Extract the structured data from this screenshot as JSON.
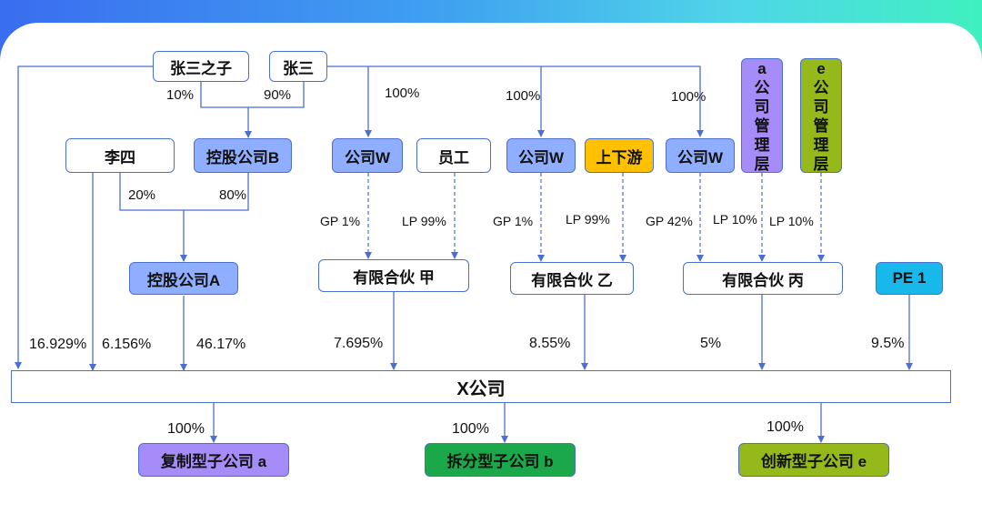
{
  "nodes": {
    "zhangsan_son": "张三之子",
    "zhangsan": "张三",
    "lisi": "李四",
    "holding_b": "控股公司B",
    "company_w_1": "公司W",
    "employee": "员工",
    "company_w_2": "公司W",
    "updown": "上下游",
    "company_w_3": "公司W",
    "a_mgmt": [
      "a",
      "公",
      "司",
      "管",
      "理",
      "层"
    ],
    "e_mgmt": [
      "e",
      "公",
      "司",
      "管",
      "理",
      "层"
    ],
    "holding_a": "控股公司A",
    "lp_jia": "有限合伙 甲",
    "lp_yi": "有限合伙 乙",
    "lp_bing": "有限合伙 丙",
    "pe1": "PE 1",
    "x_company": "X公司",
    "sub_a": "复制型子公司 a",
    "sub_b": "拆分型子公司 b",
    "sub_e": "创新型子公司 e"
  },
  "labels": {
    "son_to_b": "10%",
    "zs_to_b": "90%",
    "zs_to_w1": "100%",
    "zs_to_w2": "100%",
    "zs_to_w3": "100%",
    "lisi_to_a": "20%",
    "b_to_a": "80%",
    "gp_jia": "GP 1%",
    "lp_jia_pct": "LP 99%",
    "gp_yi": "GP 1%",
    "lp_yi_pct": "LP 99%",
    "gp_bing": "GP 42%",
    "lp_bing_a": "LP 10%",
    "lp_bing_e": "LP 10%",
    "son_to_x": "16.929%",
    "lisi_to_x": "6.156%",
    "a_to_x": "46.17%",
    "jia_to_x": "7.695%",
    "yi_to_x": "8.55%",
    "bing_to_x": "5%",
    "pe_to_x": "9.5%",
    "x_to_sub_a": "100%",
    "x_to_sub_b": "100%",
    "x_to_sub_e": "100%"
  },
  "colors": {
    "line": "#4a6fd0",
    "blue_box": "#8faeff",
    "yellow_box": "#ffc000",
    "purple_box": "#a58cf8",
    "olive_box": "#95b81a",
    "green_box": "#1aa84a",
    "cyan_box": "#18b8ea"
  }
}
